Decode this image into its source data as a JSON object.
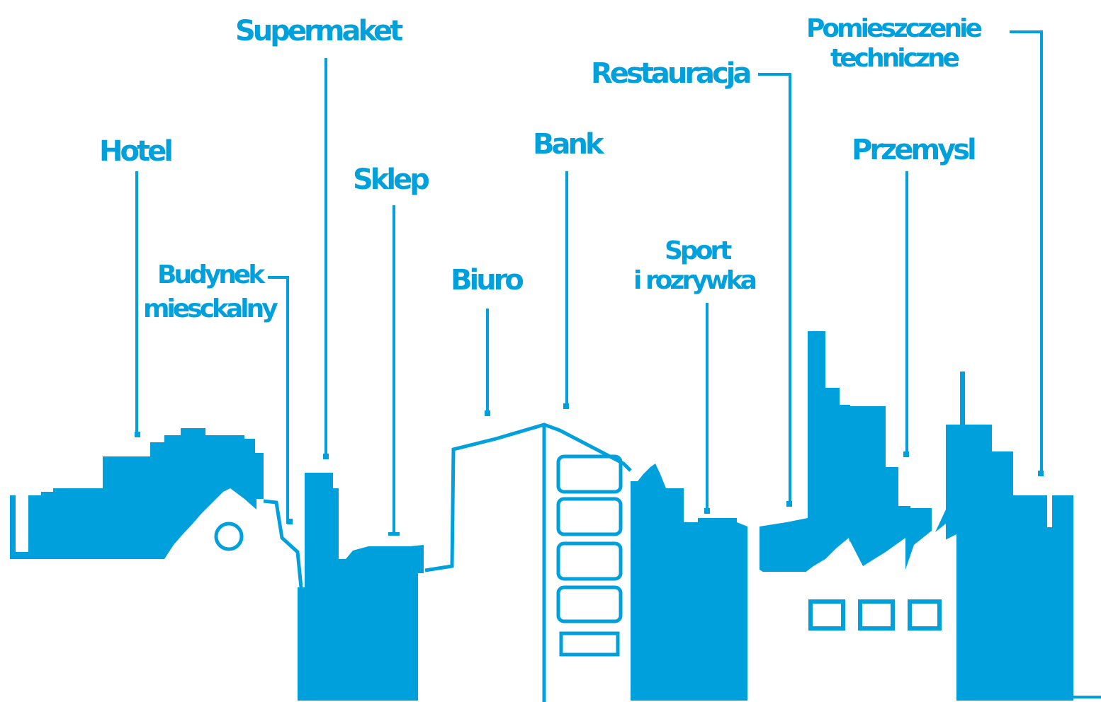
{
  "color": "#00a0dc",
  "labels": {
    "hotel": "Hotel",
    "municipal_1": "Budynek",
    "municipal_2": "miesckalny",
    "supermarket": "Supermaket",
    "shop": "Sklep",
    "office": "Biuro",
    "bank": "Bank",
    "sport_1": "Sport",
    "sport_2": "i rozrywka",
    "restaurant": "Restauracja",
    "industry": "Przemysl",
    "technical_1": "Pomieszczenie",
    "technical_2": "techniczne"
  }
}
